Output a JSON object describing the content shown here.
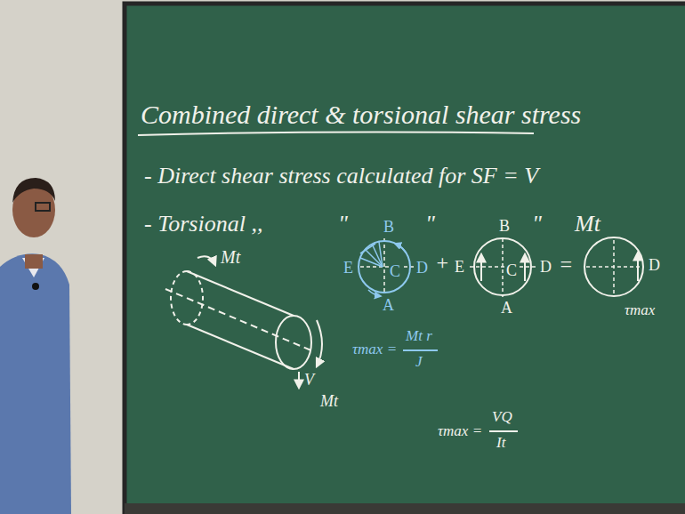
{
  "diagram": {
    "title": "Combined direct & torsional shear stress",
    "nodes": [
      {
        "text": [
          "B",
          "E",
          "C",
          "D",
          "A"
        ]
      },
      {
        "text": [
          "B",
          "E",
          "C",
          "D",
          "A"
        ]
      },
      {
        "text": [
          "D"
        ]
      }
    ],
    "labels": [
      "- Direct shear stress calculated for SF = V",
      "- Torsional ,,",
      "\"",
      "\"",
      "\"",
      "Mt",
      "Mt",
      "V",
      "Mt",
      "τmax =",
      "Mt r",
      "J",
      "+",
      "τmax =",
      "VQ",
      "It",
      "=",
      "τmax"
    ]
  }
}
